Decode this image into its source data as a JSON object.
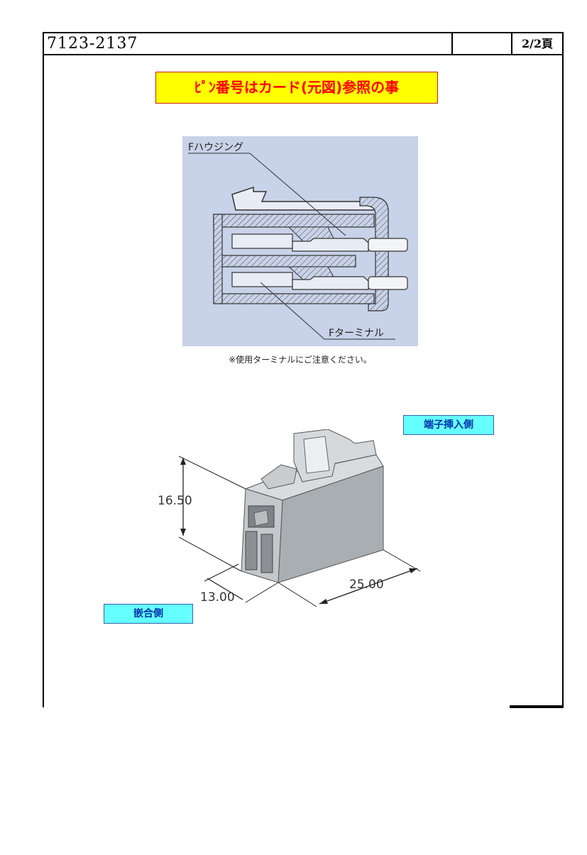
{
  "header": {
    "doc_number": "7123-2137",
    "middle": "",
    "page": "2/2頁"
  },
  "banner": {
    "text": "ﾋﾟﾝ番号はカード(元図)参照の事"
  },
  "cross_section": {
    "label_housing": "Fハウジング",
    "label_terminal": "Fターミナル",
    "note": "※使用ターミナルにご注意ください。"
  },
  "isometric": {
    "dim_height": "16.50",
    "dim_width": "13.00",
    "dim_length": "25.00",
    "label_insert_side": "端子挿入側",
    "label_mating_side": "嵌合側"
  },
  "colors": {
    "banner_bg": "#ffff00",
    "banner_text": "#ff0000",
    "label_bg": "#66ffff",
    "label_text": "#0033aa",
    "diagram_bg": "#c8d2e8"
  }
}
